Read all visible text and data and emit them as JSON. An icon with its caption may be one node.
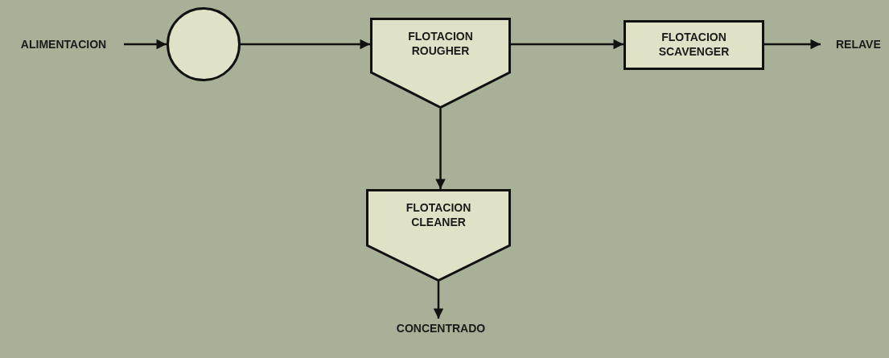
{
  "diagram": {
    "nodes": [
      {
        "text": [
          "ALIMENTACION"
        ]
      },
      {
        "text": [],
        "shape": "circle"
      },
      {
        "text": [
          "FLOTACION ROUGHER"
        ]
      },
      {
        "text": [
          "FLOTACION SCAVENGER"
        ]
      },
      {
        "text": [
          "RELAVE"
        ]
      },
      {
        "text": [
          "FLOTACION CLEANER"
        ]
      },
      {
        "text": [
          "CONCENTRADO"
        ]
      }
    ],
    "edges": [
      {
        "from": 0,
        "to": 1,
        "arrow": "to"
      },
      {
        "from": 1,
        "to": 2,
        "arrow": "to"
      },
      {
        "from": 2,
        "to": 3,
        "arrow": "to"
      },
      {
        "from": 3,
        "to": 4,
        "arrow": "to"
      },
      {
        "from": 2,
        "to": 5,
        "arrow": "to"
      },
      {
        "from": 5,
        "to": 6,
        "arrow": "to"
      }
    ]
  }
}
